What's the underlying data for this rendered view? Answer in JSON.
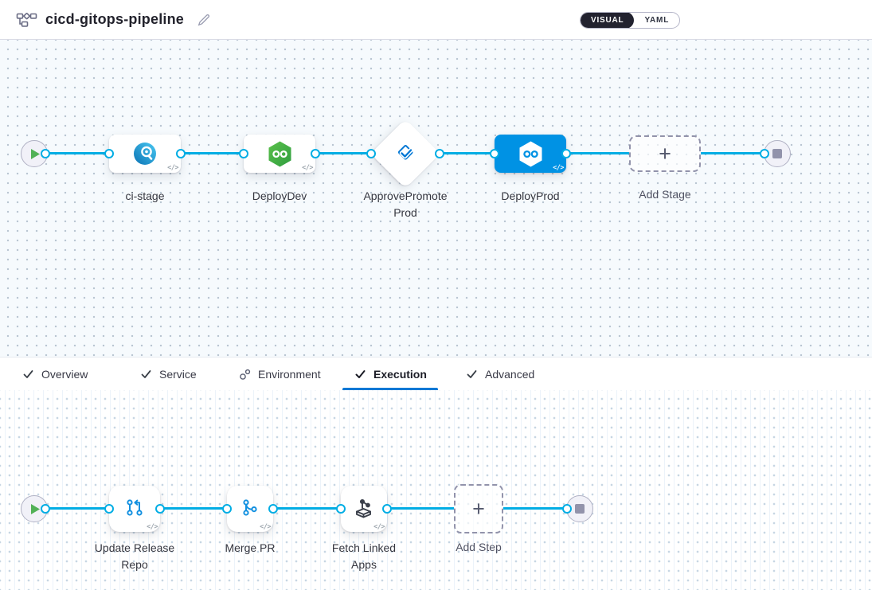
{
  "header": {
    "title": "cicd-gitops-pipeline",
    "view_toggle": {
      "visual_label": "VISUAL",
      "yaml_label": "YAML",
      "selected": "VISUAL"
    }
  },
  "pipeline": {
    "stages": [
      {
        "name": "ci-stage",
        "type": "build"
      },
      {
        "name": "DeployDev",
        "type": "deploy"
      },
      {
        "name": "ApprovePromoteProd",
        "type": "approval"
      },
      {
        "name": "DeployProd",
        "type": "deploy",
        "selected": true
      }
    ],
    "add_stage_label": "Add Stage"
  },
  "tabs": {
    "items": [
      {
        "label": "Overview",
        "icon": "check"
      },
      {
        "label": "Service",
        "icon": "check"
      },
      {
        "label": "Environment",
        "icon": "environment-nodes"
      },
      {
        "label": "Execution",
        "icon": "check",
        "active": true
      },
      {
        "label": "Advanced",
        "icon": "check"
      }
    ]
  },
  "execution": {
    "steps": [
      {
        "name": "Update Release Repo"
      },
      {
        "name": "Merge PR"
      },
      {
        "name": "Fetch Linked Apps"
      }
    ],
    "add_step_label": "Add Step"
  },
  "colors": {
    "edge_blue": "#00ade4",
    "selected_stage_blue": "#0092e4",
    "tab_underline_blue": "#0278d5",
    "deploy_green": "#42ab45",
    "approval_blue": "#0278d5",
    "toggle_dark": "#22222f"
  }
}
